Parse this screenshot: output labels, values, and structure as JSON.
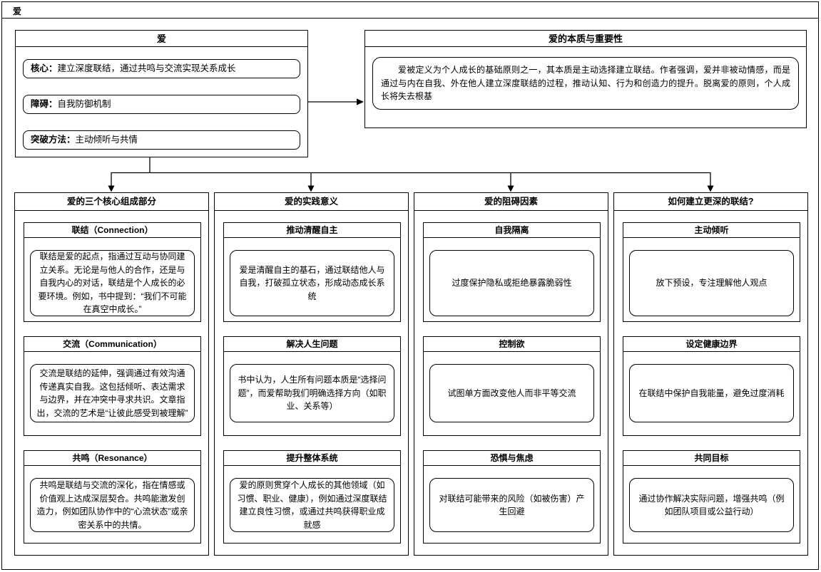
{
  "header": {
    "title": "爱"
  },
  "root": {
    "title": "爱",
    "items": [
      {
        "label": "核心：",
        "text": "建立深度联结，通过共鸣与交流实现关系成长"
      },
      {
        "label": "障碍：",
        "text": "自我防御机制"
      },
      {
        "label": "突破方法：",
        "text": "主动倾听与共情"
      }
    ]
  },
  "essence": {
    "title": "爱的本质与重要性",
    "body": "爱被定义为个人成长的基础原则之一，其本质是主动选择建立联结。作者强调，爱并非被动情感，而是通过与内在自我、外在他人建立深度联结的过程，推动认知、行为和创造力的提升。脱离爱的原则，个人成长将失去根基"
  },
  "columns": [
    {
      "title": "爱的三个核心组成部分",
      "cards": [
        {
          "title": "联结（Connection）",
          "body": "联结是爱的起点，指通过互动与协同建立关系。无论是与他人的合作，还是与自我内心的对话，联结是个人成长的必要环境。例如，书中提到：“我们不可能在真空中成长。”"
        },
        {
          "title": "交流（Communication）",
          "body": "交流是联结的延伸，强调通过有效沟通传递真实自我。这包括倾听、表达需求与边界，并在冲突中寻求共识。文章指出，交流的艺术是“让彼此感受到被理解”"
        },
        {
          "title": "共鸣（Resonance）",
          "body": "共鸣是联结与交流的深化，指在情感或价值观上达成深层契合。共鸣能激发创造力，例如团队协作中的“心流状态”或亲密关系中的共情。"
        }
      ]
    },
    {
      "title": "爱的实践意义",
      "cards": [
        {
          "title": "推动清醒自主",
          "body": "爱是清醒自主的基石，通过联结他人与自我，打破孤立状态，形成动态成长系统"
        },
        {
          "title": "解决人生问题",
          "body": "书中认为，人生所有问题本质是“选择问题”，而爱帮助我们明确选择方向（如职业、关系等）"
        },
        {
          "title": "提升整体系统",
          "body": "爱的原则贯穿个人成长的其他领域（如习惯、职业、健康），例如通过深度联结建立良性习惯，或通过共鸣获得职业成就感"
        }
      ]
    },
    {
      "title": "爱的阻碍因素",
      "cards": [
        {
          "title": "自我隔离",
          "body": "过度保护隐私或拒绝暴露脆弱性"
        },
        {
          "title": "控制欲",
          "body": "试图单方面改变他人而非平等交流"
        },
        {
          "title": "恐惧与焦虑",
          "body": "对联结可能带来的风险（如被伤害）产生回避"
        }
      ]
    },
    {
      "title": "如何建立更深的联结?",
      "cards": [
        {
          "title": "主动倾听",
          "body": "放下预设，专注理解他人观点"
        },
        {
          "title": "设定健康边界",
          "body": "在联结中保护自我能量，避免过度消耗"
        },
        {
          "title": "共同目标",
          "body": "通过协作解决实际问题，增强共鸣（例如团队项目或公益行动）"
        }
      ]
    }
  ],
  "colors": {
    "background": "#ffffff",
    "border": "#000000",
    "text": "#000000"
  }
}
